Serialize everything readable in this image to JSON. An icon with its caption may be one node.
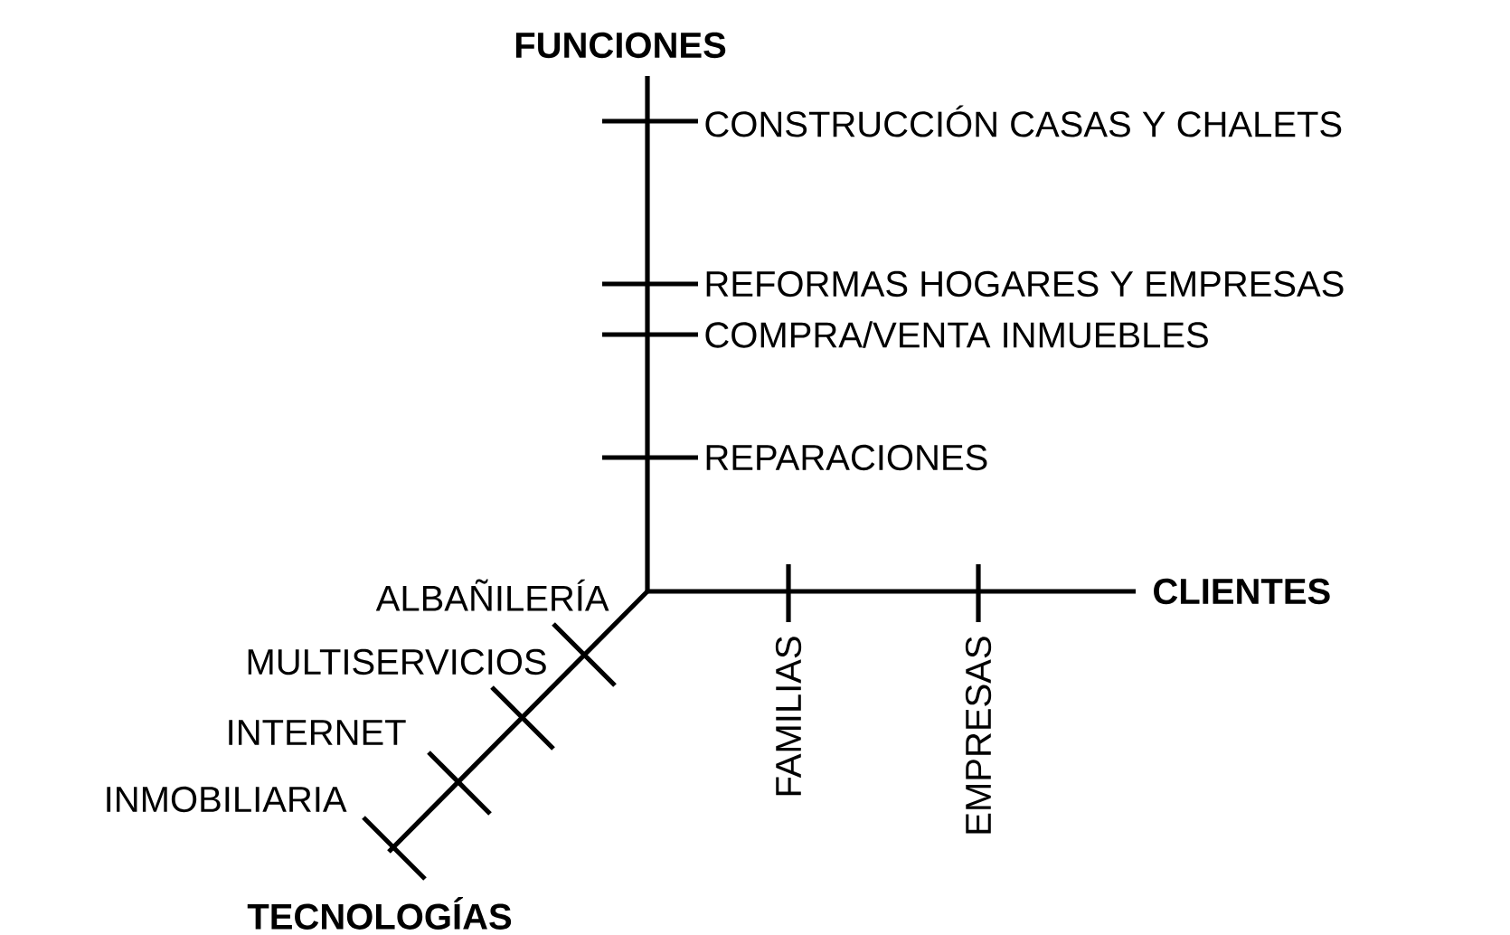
{
  "diagram": {
    "labels": [
      "FUNCIONES",
      "CONSTRUCCIÓN CASAS Y CHALETS",
      "REFORMAS HOGARES Y EMPRESAS",
      "COMPRA/VENTA INMUEBLES",
      "REPARACIONES",
      "ALBAÑILERÍA",
      "CLIENTES",
      "MULTISERVICIOS",
      "FAMILIAS",
      "EMPRESAS",
      "INTERNET",
      "INMOBILIARIA",
      "TECNOLOGÍAS"
    ]
  }
}
